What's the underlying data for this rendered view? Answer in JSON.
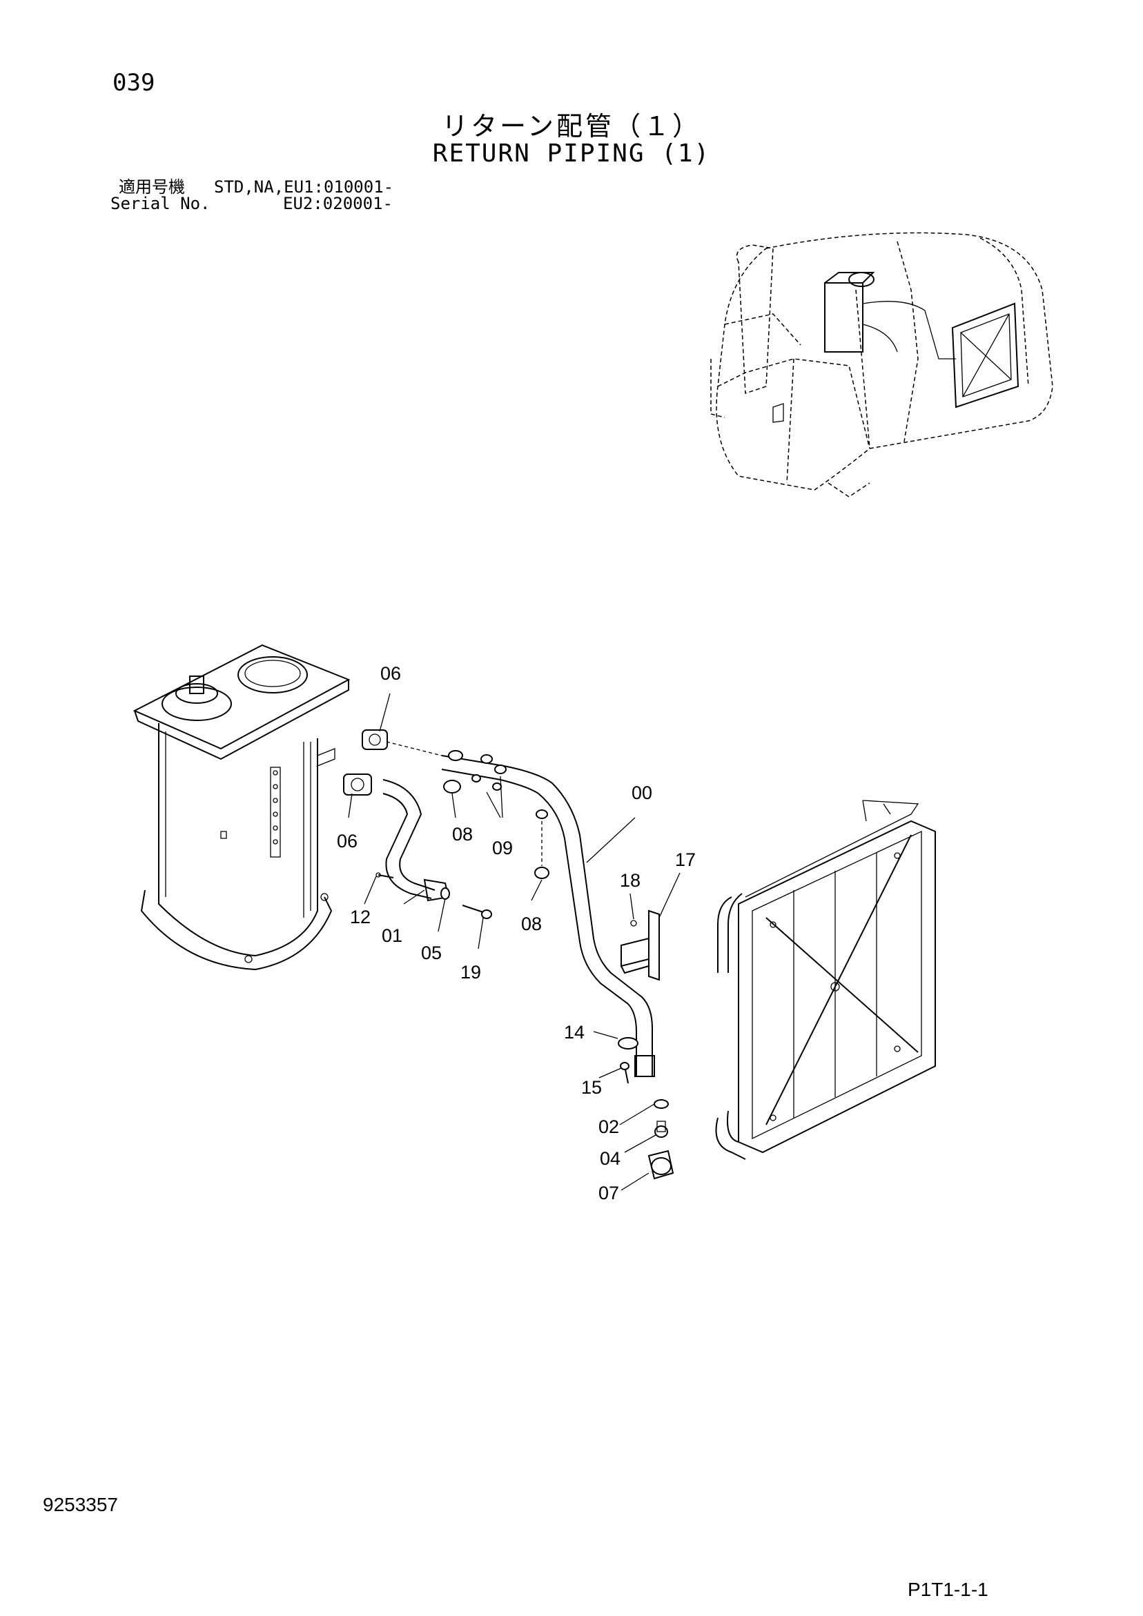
{
  "header": {
    "page_number": "039",
    "title_jp": "リターン配管（１）",
    "title_en": "RETURN PIPING (1)",
    "serial_label_jp": "適用号機",
    "serial_label_en": "Serial No.",
    "serial_line_1": "STD,NA,EU1:010001-",
    "serial_line_2": "EU2:020001-"
  },
  "callouts": [
    "06",
    "06",
    "00",
    "08",
    "09",
    "08",
    "18",
    "17",
    "12",
    "01",
    "05",
    "19",
    "14",
    "15",
    "02",
    "04",
    "07"
  ],
  "footer": {
    "doc_number": "9253357",
    "page_code": "P1T1-1-1"
  }
}
